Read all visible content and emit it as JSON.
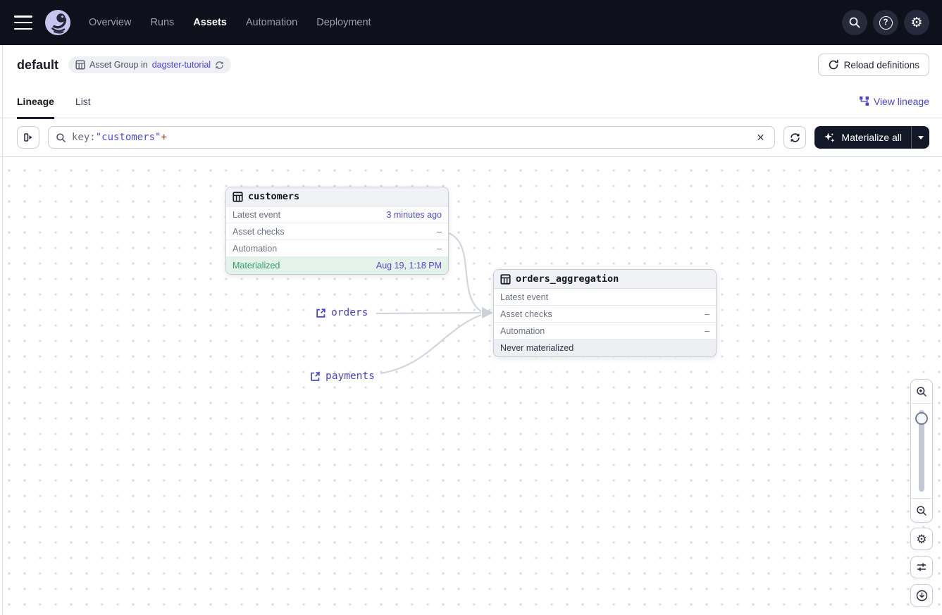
{
  "nav": {
    "items": [
      {
        "label": "Overview"
      },
      {
        "label": "Runs"
      },
      {
        "label": "Assets"
      },
      {
        "label": "Automation"
      },
      {
        "label": "Deployment"
      }
    ],
    "active": "Assets"
  },
  "icons": {
    "gear_glyph": "⚙",
    "help_glyph": "?"
  },
  "header": {
    "title": "default",
    "badge_text": "Asset Group in",
    "badge_link": "dagster-tutorial",
    "reload_button": "Reload definitions"
  },
  "tabs": {
    "lineage": "Lineage",
    "list": "List",
    "active": "Lineage",
    "view_lineage": "View lineage"
  },
  "toolbar": {
    "search_key": "key:",
    "search_value": "\"customers\"",
    "search_suffix": "+",
    "materialize_label": "Materialize all"
  },
  "graph": {
    "customers": {
      "title": "customers",
      "rows": [
        {
          "label": "Latest event",
          "value": "3 minutes ago"
        },
        {
          "label": "Asset checks",
          "value": "–"
        },
        {
          "label": "Automation",
          "value": "–"
        },
        {
          "label": "Materialized",
          "value": "Aug 19, 1:18 PM"
        }
      ]
    },
    "orders_aggregation": {
      "title": "orders_aggregation",
      "rows": [
        {
          "label": "Latest event",
          "value": ""
        },
        {
          "label": "Asset checks",
          "value": "–"
        },
        {
          "label": "Automation",
          "value": "–"
        },
        {
          "label": "Never materialized",
          "value": ""
        }
      ]
    },
    "external": {
      "orders": "orders",
      "payments": "payments"
    }
  },
  "colors": {
    "nav_bg": "#0e101c",
    "accent": "#4f46e5",
    "materialized_green": "#2f9e6e",
    "materialized_bg": "#e4f3ea",
    "edge": "#d2d6df",
    "query_plus_red": "#ab3226"
  }
}
